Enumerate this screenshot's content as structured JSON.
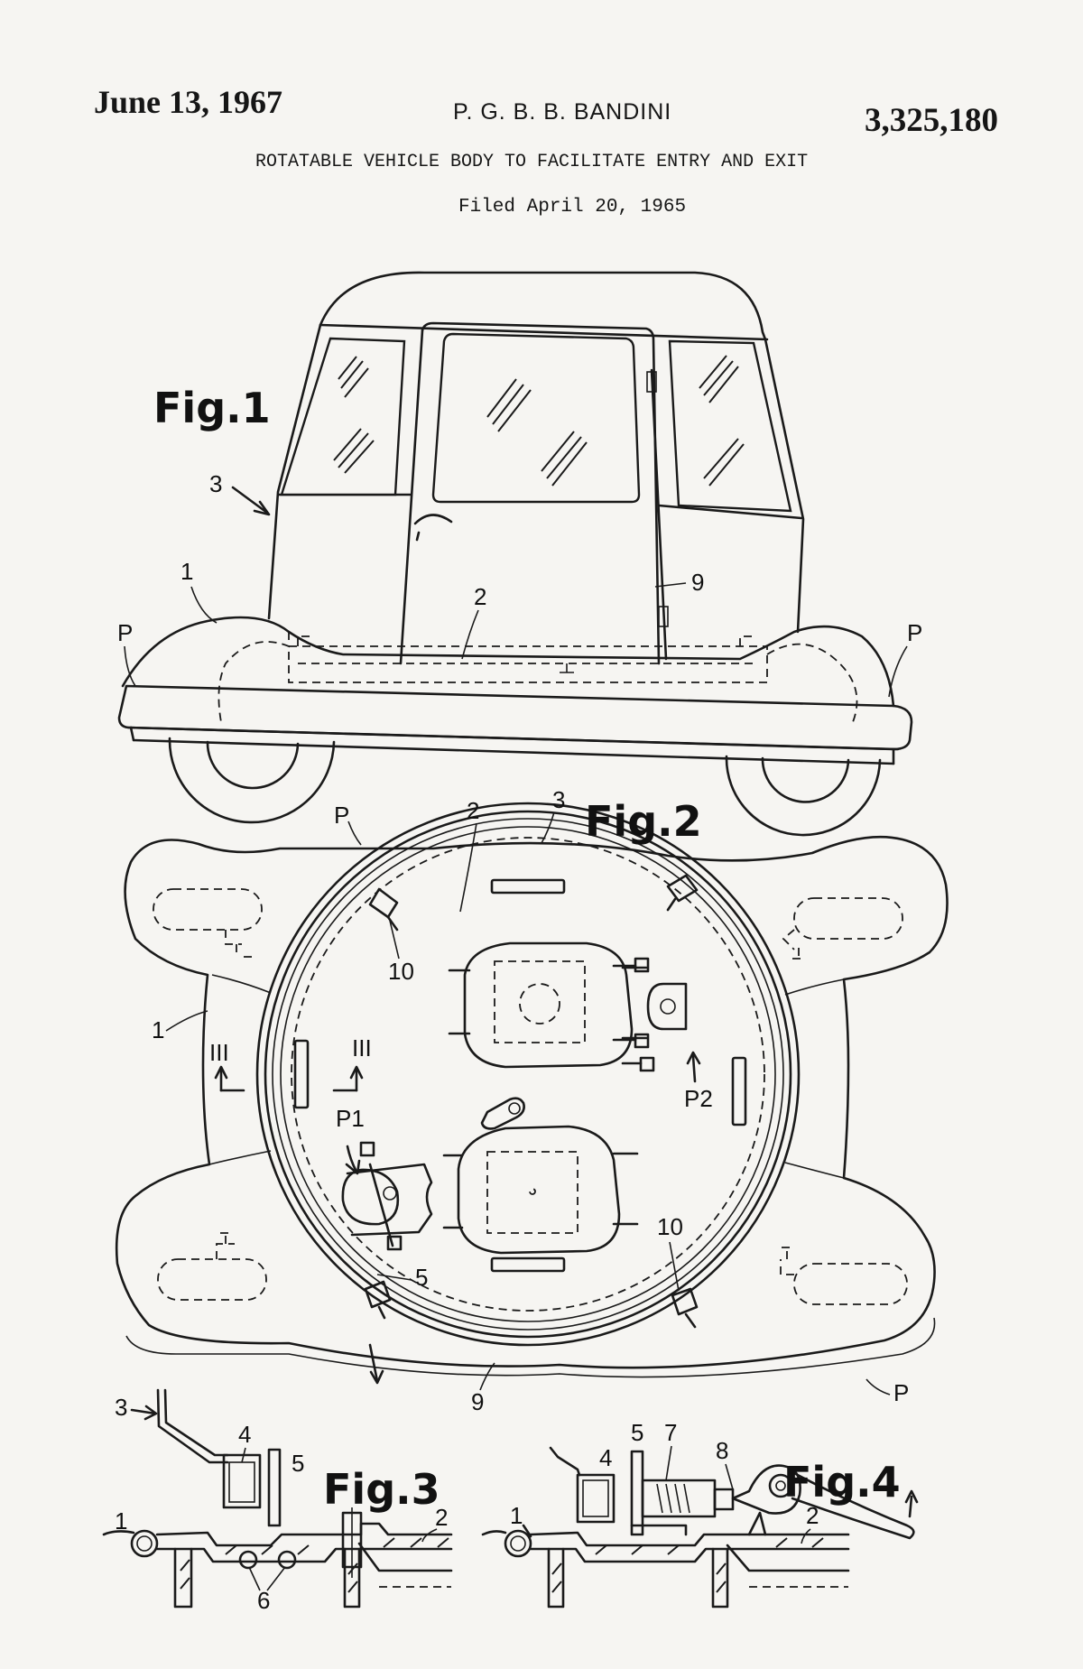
{
  "header": {
    "date": "June 13, 1967",
    "inventor": "P. G. B. B. BANDINI",
    "patent_number": "3,325,180",
    "title": "ROTATABLE VEHICLE BODY TO FACILITATE ENTRY AND EXIT",
    "filed": "Filed April 20, 1965"
  },
  "figures": {
    "fig1": {
      "label": "Fig.1",
      "refs": {
        "body": "3",
        "chassis": "1",
        "platform": "2",
        "rod": "9",
        "p_left": "P",
        "p_right": "P"
      }
    },
    "fig2": {
      "label": "Fig.2",
      "refs": {
        "p_top": "P",
        "platform": "2",
        "body": "3",
        "clamp_top": "10",
        "chassis": "1",
        "section_left": "III",
        "section_right": "III",
        "p1": "P1",
        "p2": "P2",
        "clamp_bottom": "10",
        "ring": "5",
        "rod": "9",
        "p_bottom": "P"
      }
    },
    "fig3": {
      "label": "Fig.3",
      "refs": {
        "body": "3",
        "chassis": "1",
        "member": "4",
        "ring": "5",
        "rollers": "6",
        "platform": "2"
      }
    },
    "fig4": {
      "label": "Fig.4",
      "refs": {
        "chassis": "1",
        "member": "4",
        "ring": "5",
        "spring": "7",
        "cam": "8",
        "platform": "2"
      }
    }
  },
  "colors": {
    "paper": "#f6f5f2",
    "ink": "#1a1a1a"
  }
}
